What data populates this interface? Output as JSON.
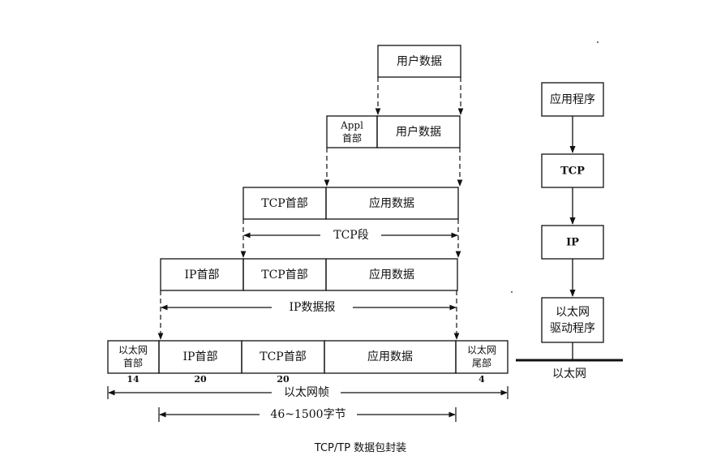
{
  "layers": {
    "user": {
      "box1": "用户数据"
    },
    "appl": {
      "hdr": [
        "Appl",
        "首部"
      ],
      "data": "用户数据"
    },
    "tcp": {
      "hdr": "TCP首部",
      "data": "应用数据",
      "span": "TCP段"
    },
    "ip": {
      "hdr": "IP首部",
      "tcp": "TCP首部",
      "data": "应用数据",
      "span": "IP数据报"
    },
    "eth": {
      "hdr": [
        "以太网",
        "首部"
      ],
      "ip": "IP首部",
      "tcp": "TCP首部",
      "data": "应用数据",
      "trl": [
        "以太网",
        "尾部"
      ],
      "span": "以太网帧",
      "payload": "46~1500字节"
    },
    "sizes": {
      "eth_hdr": "14",
      "ip_hdr": "20",
      "tcp_hdr": "20",
      "eth_trl": "4"
    }
  },
  "stack": {
    "app": "应用程序",
    "tcp": "TCP",
    "ip": "IP",
    "driver": [
      "以太网",
      "驱动程序"
    ],
    "medium": "以太网"
  },
  "caption": "TCP/TP 数据包封装"
}
